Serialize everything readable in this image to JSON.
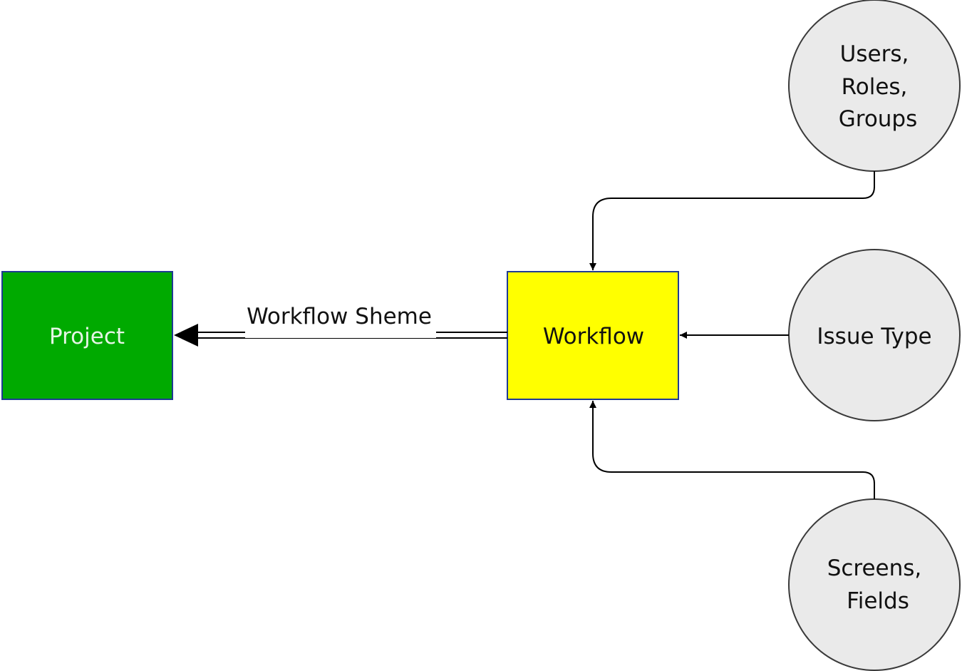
{
  "nodes": {
    "project": {
      "label": "Project",
      "fill": "#00AA00",
      "stroke": "#1F3A93",
      "text_color": "#E6F5E6"
    },
    "workflow": {
      "label": "Workflow",
      "fill": "#FFFF00",
      "stroke": "#1F3A93",
      "text_color": "#111111"
    },
    "users_roles_groups": {
      "lines": [
        "Users,",
        "Roles,",
        "Groups"
      ]
    },
    "issue_type": {
      "label": "Issue Type"
    },
    "screens_fields": {
      "lines": [
        "Screens,",
        "Fields"
      ]
    },
    "circle_fill": "#EAEAEA",
    "circle_stroke": "#3A3A3A"
  },
  "edges": {
    "workflow_scheme_label": "Workflow Sheme"
  }
}
